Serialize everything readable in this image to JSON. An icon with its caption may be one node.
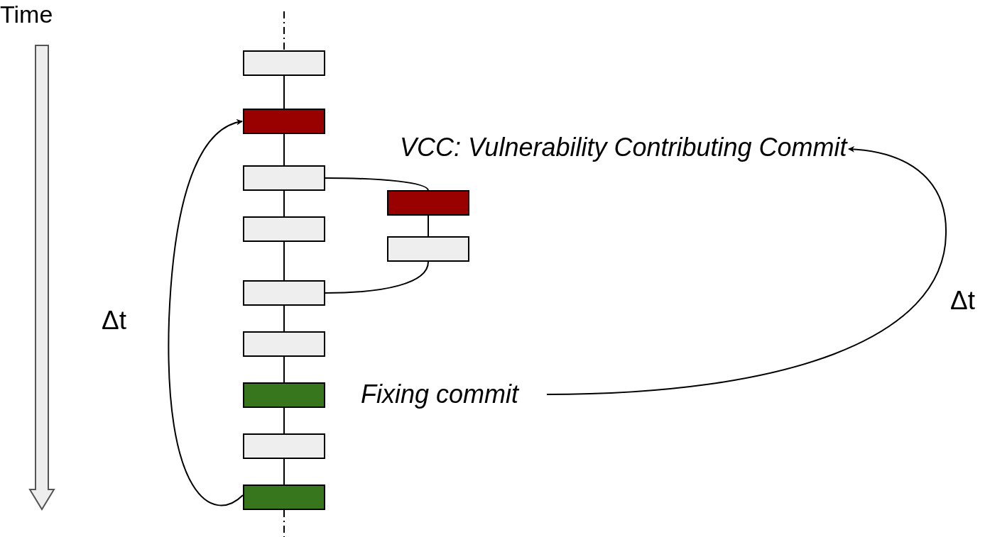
{
  "diagram": {
    "nodes": [
      {
        "text": [],
        "shape": "box"
      },
      {
        "text": [],
        "shape": "box"
      },
      {
        "text": [],
        "shape": "box"
      },
      {
        "text": [],
        "shape": "box"
      },
      {
        "text": [],
        "shape": "box"
      },
      {
        "text": [],
        "shape": "box"
      },
      {
        "text": [],
        "shape": "box"
      },
      {
        "text": [],
        "shape": "box"
      },
      {
        "text": [],
        "shape": "box"
      },
      {
        "text": [],
        "shape": "box"
      },
      {
        "text": [],
        "shape": "box"
      },
      {
        "text": [
          "VCC: Vulnerability Contributing Commit"
        ]
      },
      {
        "text": [
          "Fixing commit"
        ]
      }
    ],
    "edges": [
      {
        "from": null,
        "to": 0,
        "arrow": "none",
        "style": "dashed"
      },
      {
        "from": 0,
        "to": 1,
        "arrow": "none"
      },
      {
        "from": 1,
        "to": 2,
        "arrow": "none"
      },
      {
        "from": 2,
        "to": 3,
        "arrow": "none"
      },
      {
        "from": 3,
        "to": 4,
        "arrow": "none"
      },
      {
        "from": 4,
        "to": 5,
        "arrow": "none"
      },
      {
        "from": 5,
        "to": 6,
        "arrow": "none"
      },
      {
        "from": 6,
        "to": 7,
        "arrow": "none"
      },
      {
        "from": 7,
        "to": 8,
        "arrow": "none"
      },
      {
        "from": 8,
        "to": null,
        "arrow": "none",
        "style": "dashed"
      },
      {
        "from": 2,
        "to": 9,
        "arrow": "none"
      },
      {
        "from": 9,
        "to": 10,
        "arrow": "none"
      },
      {
        "from": 10,
        "to": 4,
        "arrow": "none"
      },
      {
        "from": 8,
        "to": 1,
        "arrow": "to",
        "label": "Δt"
      },
      {
        "from": 12,
        "to": 11,
        "arrow": "to",
        "label": "Δt"
      }
    ],
    "labels": [
      "Time"
    ]
  }
}
